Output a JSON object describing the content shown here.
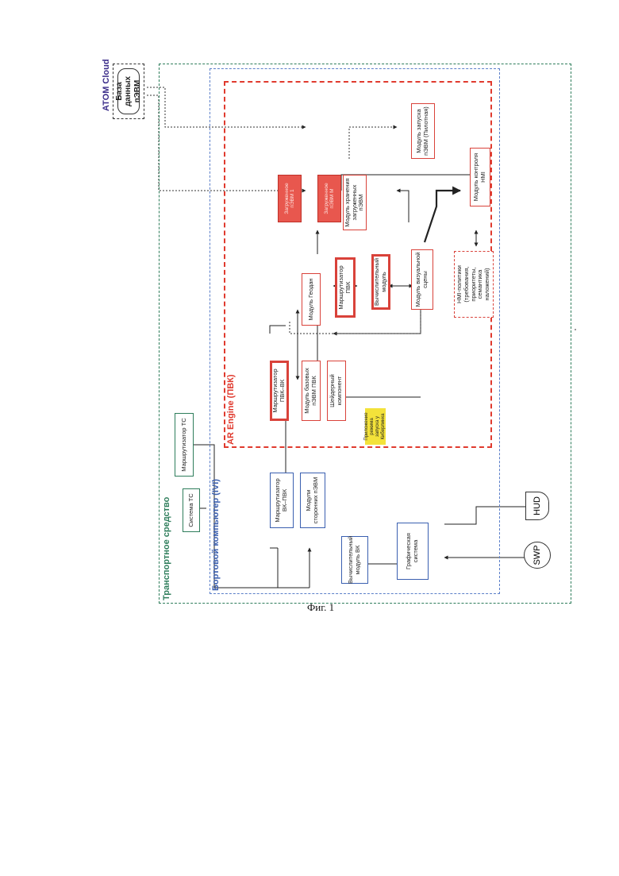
{
  "frames": {
    "vehicle": "Транспортное средство",
    "ivi": "Бортовой компьютер (IVI)",
    "ar_engine": "AR Engine (ПВК)",
    "cloud": "ATOM Cloud"
  },
  "boxes": {
    "db": "База данных пЭВМ",
    "router_tc": "Маршрутизатор ТС",
    "system_tc": "Система ТС",
    "router_vk_pvk": "Маршрутизатор ВК–ПВК",
    "third_party": "Модули сторонних пЭВМ",
    "compute_vk": "Вычислительный модуль ВК",
    "graphics": "Графическая система",
    "router_pvk_vk": "Маршрутизатор ПВК–ВК",
    "base_modules": "Модуль базовых пЭВМ ПВК",
    "shader": "Шейдерный компонент",
    "note": "Приложение режима запуска у Киберлинка",
    "loaded_m": "Загруженное пЭВМ М",
    "loaded_1": "Загруженное пЭВМ 1",
    "storage": "Модуль хранения загруженных пЭВМ",
    "geo": "Модуль Геодан",
    "router_pvk": "Маршрутизатор ПВК",
    "compute_pvk": "Вычислительный модуль",
    "launch": "Модуль запуска пЭВМ (Пилотная)",
    "visual": "Модуль визуальной сцены",
    "hmi": "Модуль контроля HMI",
    "hmi_policy": "HMI-политики (требования, приоритеты, семантика наложений)"
  },
  "devices": {
    "hud": "HUD",
    "swp": "SWP"
  },
  "caption": "Фиг. 1"
}
